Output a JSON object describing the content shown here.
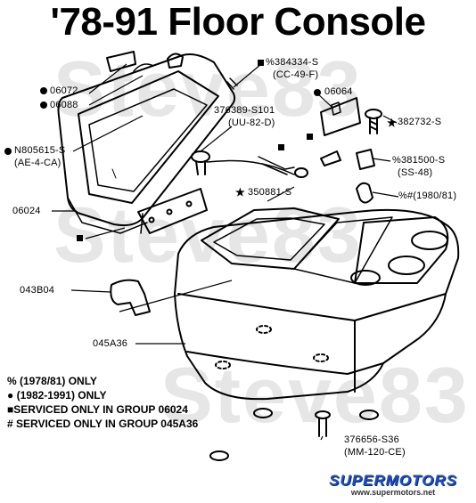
{
  "title": "'78-91 Floor Console",
  "watermarks": [
    "Steve83",
    "Steve83",
    "Steve83"
  ],
  "part_labels": {
    "p384334": "%384334-S",
    "p384334_spec": "(CC-49-F)",
    "p06072": "06072",
    "p06088": "06088",
    "p06064": "06064",
    "p376389": "376389-S101",
    "p376389_spec": "(UU-82-D)",
    "p382732": "382732-S",
    "pN805615": "N805615-S",
    "pN805615_spec": "(AE-4-CA)",
    "p381500": "%381500-S",
    "p381500_spec": "(SS-48)",
    "p350881": "350881-S",
    "p1980": "%#(1980/81)",
    "p06024": "06024",
    "p043B04": "043B04",
    "p045A36": "045A36",
    "p376656": "376656-S36",
    "p376656_spec": "(MM-120-CE)"
  },
  "legend": [
    "% (1978/81) ONLY",
    "(1982-1991) ONLY",
    "SERVICED ONLY IN GROUP 06024",
    "# SERVICED ONLY IN GROUP 045A36"
  ],
  "logo": {
    "name": "SUPERMOTORS",
    "url": "www.supermotors.net"
  }
}
